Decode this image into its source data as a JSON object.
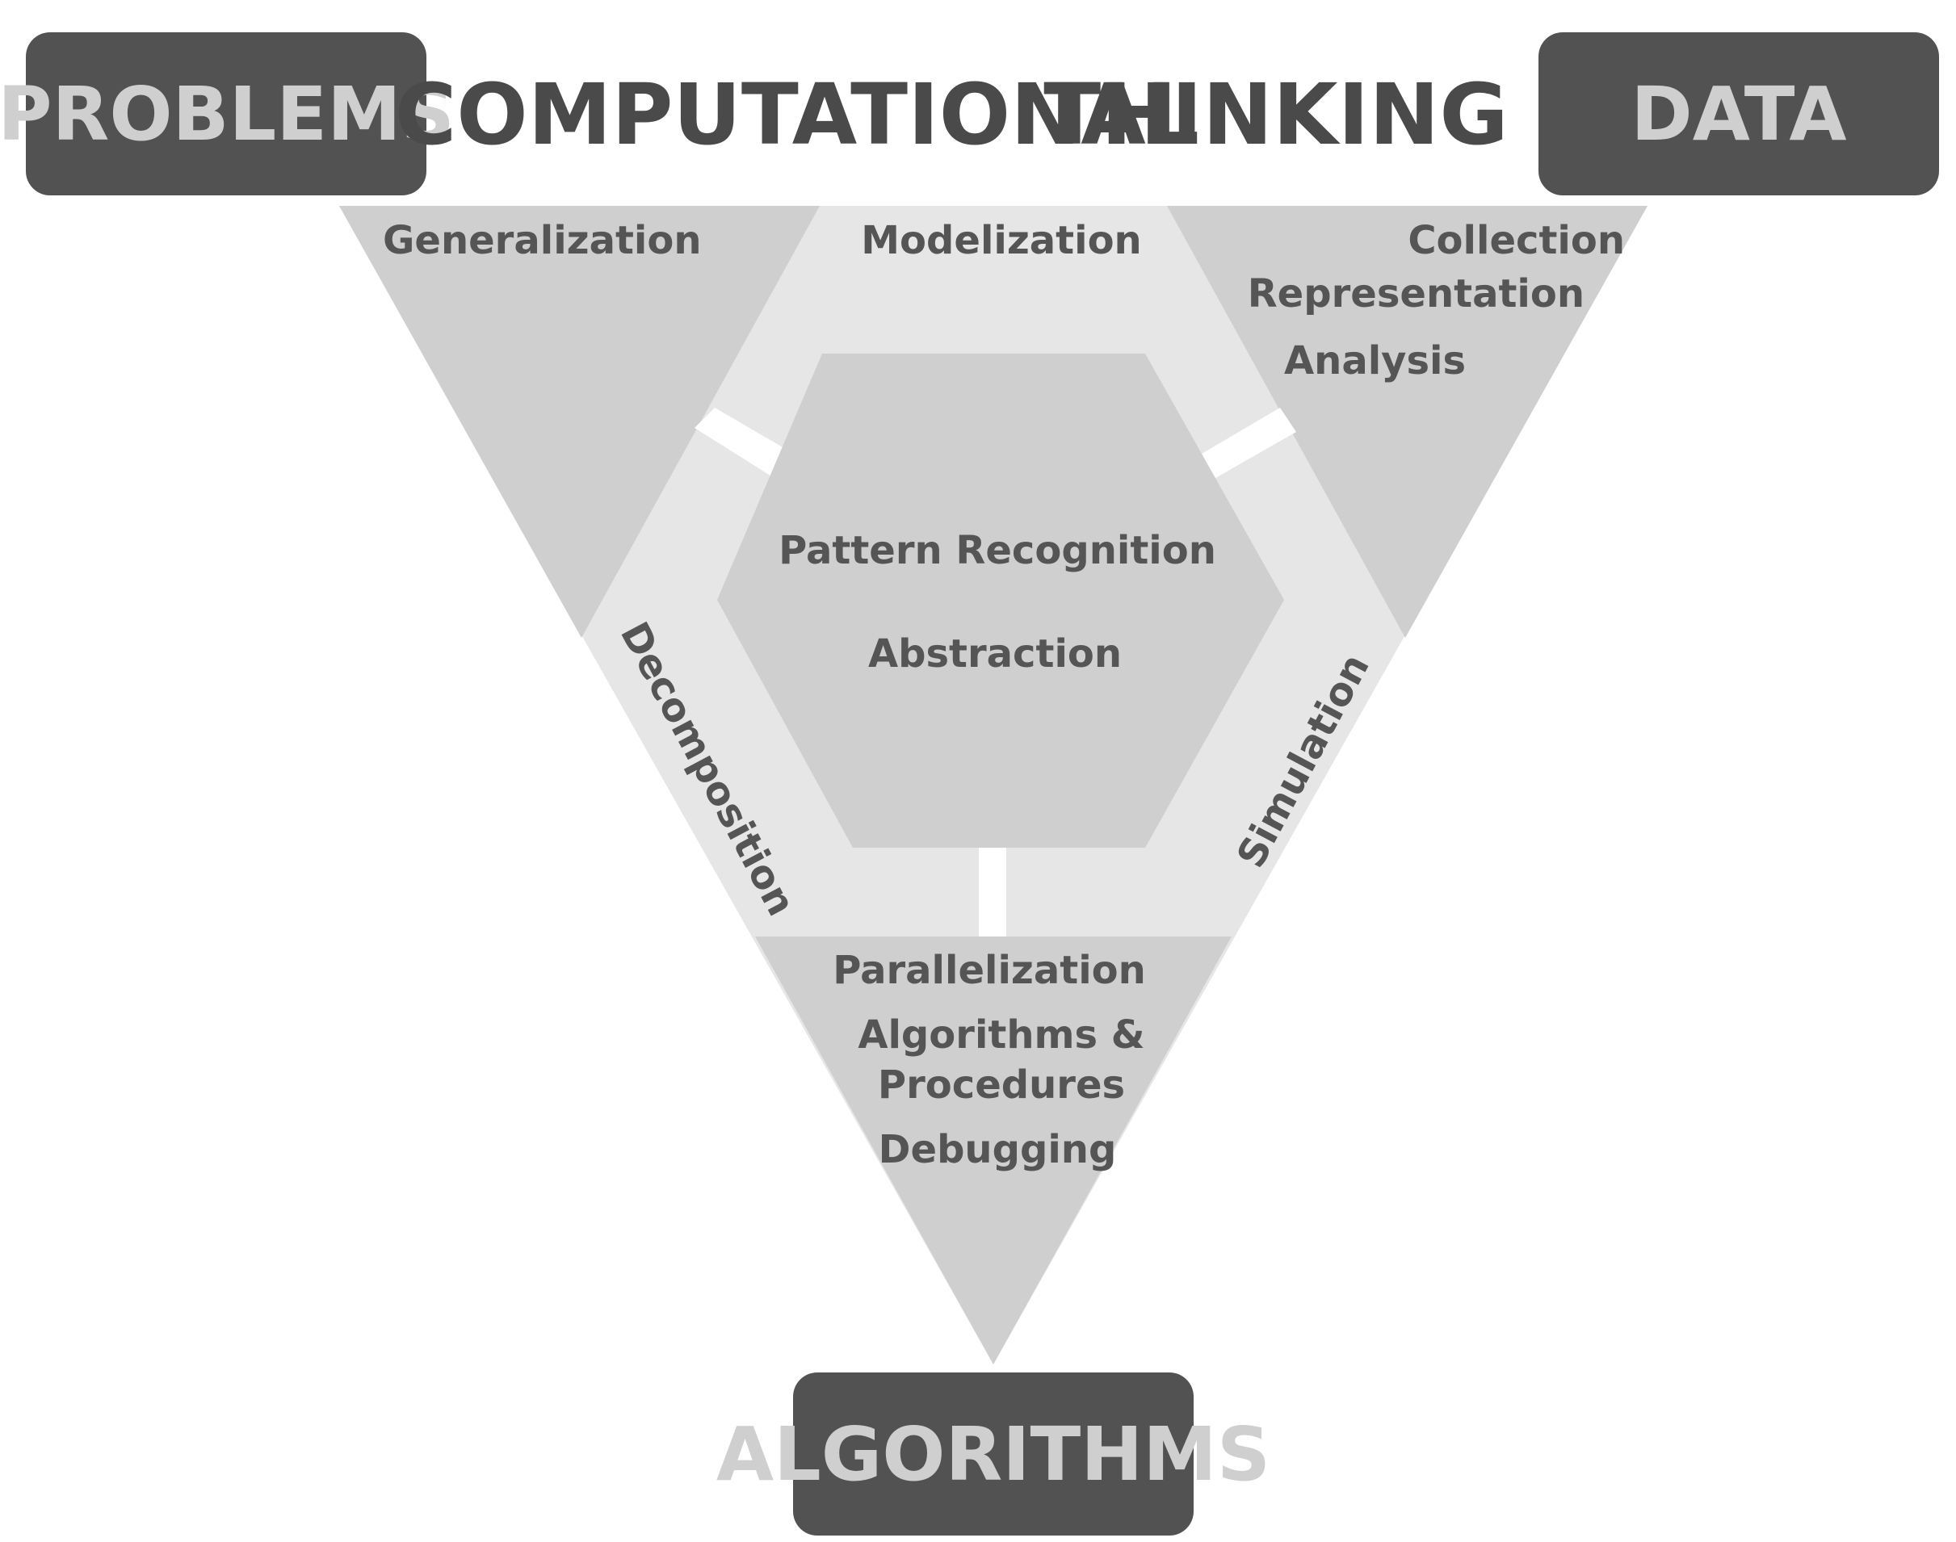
{
  "title": {
    "word1": "COMPUTATIONAL",
    "word2": "THINKING"
  },
  "corners": {
    "problems": "PROBLEMS",
    "data": "DATA",
    "algorithms": "ALGORITHMS"
  },
  "regions": {
    "problems_corner": [
      "Generalization"
    ],
    "data_corner": [
      "Collection",
      "Representation",
      "Analysis"
    ],
    "algorithms_corner": [
      "Parallelization",
      "Algorithms &",
      "Procedures",
      "Debugging"
    ],
    "top_band": "Modelization",
    "left_band": "Decomposition",
    "right_band": "Simulation",
    "center": [
      "Pattern Recognition",
      "Abstraction"
    ]
  },
  "colors": {
    "corner_box": "#525252",
    "corner_text": "#cfcfcf",
    "corner_triangle": "#cfcfcf",
    "band": "#e6e6e6",
    "hexagon": "#cfcfcf",
    "text": "#555555",
    "title": "#4a4a4a"
  }
}
